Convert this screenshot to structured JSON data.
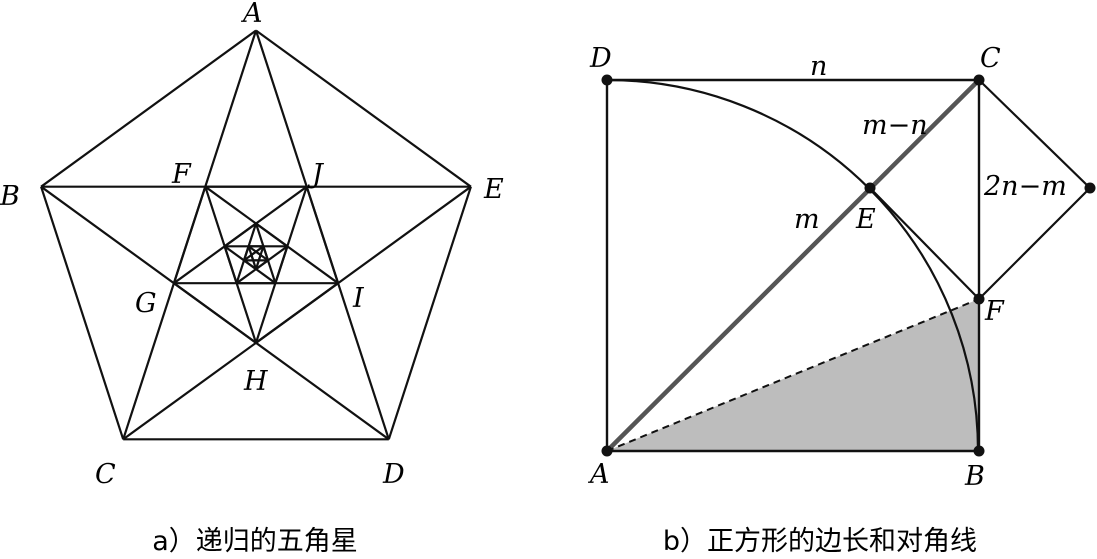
{
  "panel_a": {
    "caption": "a）递归的五角星",
    "labels": {
      "A": "A",
      "B": "B",
      "C": "C",
      "D": "D",
      "E": "E",
      "F": "F",
      "G": "G",
      "H": "H",
      "I": "I",
      "J": "J"
    }
  },
  "panel_b": {
    "caption": "b）正方形的边长和对角线",
    "labels": {
      "A": "A",
      "B": "B",
      "C": "C",
      "D": "D",
      "E": "E",
      "F": "F",
      "n": "n",
      "m_minus_n": "m−n",
      "m": "m",
      "two_n_minus_m": "2n−m"
    }
  },
  "colors": {
    "stroke": "#111111",
    "diagonal": "#555555",
    "shaded": "#bdbdbd"
  }
}
